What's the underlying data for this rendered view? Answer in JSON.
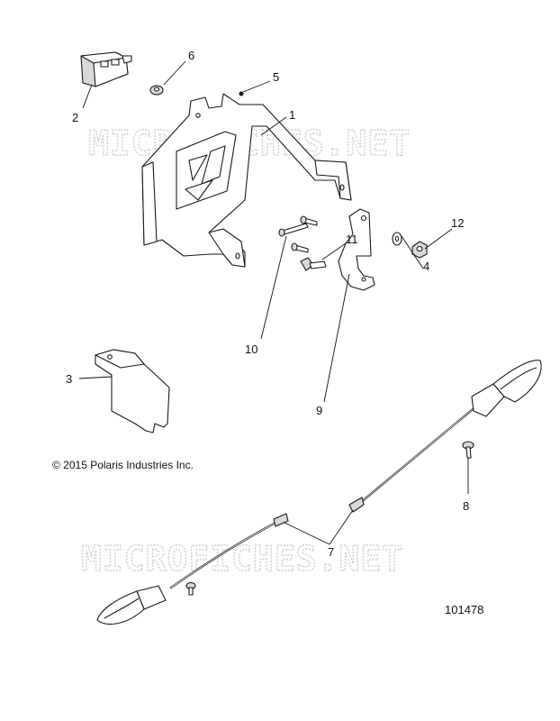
{
  "watermark": "MICROFICHES.NET",
  "copyright": "© 2015 Polaris Industries Inc.",
  "figure_number": "101478",
  "callouts": [
    "1",
    "2",
    "3",
    "4",
    "5",
    "6",
    "7",
    "8",
    "9",
    "10",
    "11",
    "12",
    "7"
  ]
}
